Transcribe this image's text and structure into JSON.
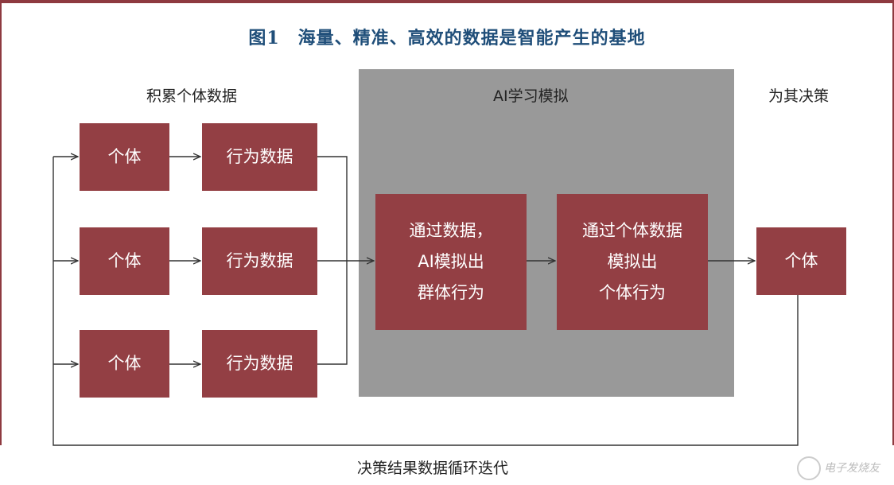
{
  "title": "图1　海量、精准、高效的数据是智能产生的基地",
  "labels": {
    "accumulate": "积累个体数据",
    "ai_learn": "AI学习模拟",
    "decide": "为其决策",
    "loop": "决策结果数据循环迭代"
  },
  "individual_boxes": [
    "个体",
    "个体",
    "个体"
  ],
  "behavior_boxes": [
    "行为数据",
    "行为数据",
    "行为数据"
  ],
  "ai_box_group": [
    "通过数据，",
    "AI模拟出",
    "群体行为"
  ],
  "ai_box_individual": [
    "通过个体数据",
    "模拟出",
    "个体行为"
  ],
  "output_box": "个体",
  "watermark": "电子发烧友",
  "colors": {
    "box": "#933f44",
    "panel": "#999999",
    "title": "#1f4e79",
    "frame": "#8e3a40"
  }
}
